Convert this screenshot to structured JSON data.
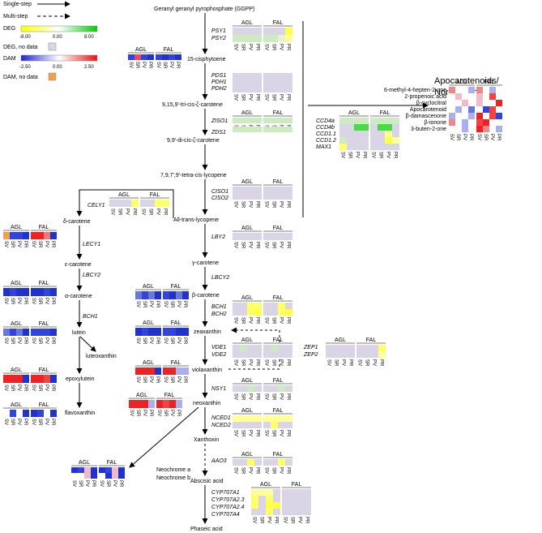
{
  "legend": {
    "single_step": "Single-step",
    "multi_step": "Multi-step",
    "deg": "DEG",
    "deg_min": "-8.00",
    "deg_mid": "0.00",
    "deg_max": "8.00",
    "deg_nodata": "DEG, no data",
    "dam": "DAM",
    "dam_min": "-2.50",
    "dam_mid": "0.00",
    "dam_max": "2.50",
    "dam_nodata": "DAM, no data",
    "deg_colors": [
      "#ffff00",
      "#ffffff",
      "#00cc00"
    ],
    "dam_colors": [
      "#2222dd",
      "#ffffff",
      "#ee1111"
    ],
    "nodata_gene": "#d9d4e6",
    "nodata_met": "#f0a050"
  },
  "groups": [
    "AGL",
    "FAL"
  ],
  "samples": [
    "SV",
    "SR",
    "PV",
    "PR"
  ],
  "metabolites": {
    "ggpp": "Geranyl geranyl pyrophosphate (GGPP)",
    "phytoene": "15-cisphytoene",
    "tri_cis": "9,15,9'-tri-cis-ζ-carotene",
    "di_cis": "9,9'-di-cis-ζ-carotene",
    "tetra_cis": "7,9,7',9'-tetra-cis-lycopene",
    "lycopene": "All-trans-lycopene",
    "delta": "δ-carotene",
    "epsilon": "ε-carotene",
    "alpha": "α-carotene",
    "lutein": "lutein",
    "luteoxanthin": "luteoxanthin",
    "epoxylutein": "epoxylutein",
    "flavoxanthin": "flavoxanthin",
    "gamma": "γ-carotene",
    "beta": "β-carotene",
    "zeaxanthin": "zeaxanthin",
    "violaxanthin": "violaxanthin",
    "neoxanthin": "neoxanthin",
    "xanthoxin": "Xanthoxin",
    "abscisic": "Abscisic acid",
    "phaseic": "Phaseic acid",
    "neochrome_a": "Neochrome a",
    "neochrome_b": "Neochrome b"
  },
  "genes": {
    "psy": [
      "PSY1",
      "PSY2"
    ],
    "pds": [
      "PDS1",
      "PDH1",
      "PDH2"
    ],
    "ziso": [
      "ZISO1"
    ],
    "zds": [
      "ZDS1"
    ],
    "criso": [
      "CISO1",
      "CISO2"
    ],
    "cely": [
      "CELY1"
    ],
    "lecy": [
      "LECY1"
    ],
    "lbcy2a": [
      "LBCY2"
    ],
    "bch1a": [
      "BCH1"
    ],
    "lby": [
      "LBY2"
    ],
    "lbcy2b": [
      "LBCY2"
    ],
    "bch": [
      "BCH1",
      "BCH2"
    ],
    "vde": [
      "VDE1",
      "VDE2"
    ],
    "zep": [
      "ZEP1",
      "ZEP2"
    ],
    "nsy": [
      "NSY1"
    ],
    "nced": [
      "NCED1",
      "NCED2"
    ],
    "aao": [
      "AAO3"
    ],
    "cyp": [
      "CYP707A1",
      "CYP707A2.3",
      "CYP707A2.4",
      "CYP707A4"
    ],
    "ccd": [
      "CCD4a",
      "CCD4b",
      "CCD1.1",
      "CCD1.2",
      "MAX1"
    ]
  },
  "apocarotenoids": {
    "title_line1": "Apocarotenoids/",
    "title_line2": "Norisoprenoids",
    "compounds": [
      "6-methyl-4-hepten-2-one",
      "2-propenoic acid",
      "β-cyclocitral",
      "Apocarotenoid",
      "β-damascenone",
      "β-ionone",
      "3-buten-2-one"
    ]
  },
  "heatmaps": {
    "psy": [
      [
        "#d9d4e6",
        "#d9d4e6",
        "#d9d4e6",
        "#d9d4e6",
        "#d9d4e6",
        "#d9d4e6",
        "#d9d4e6",
        "#ffff44"
      ],
      [
        "#ccebc0",
        "#ccebc0",
        "#ccebc0",
        "#ccebc0",
        "#ccebc0",
        "#ccebc0",
        "#e6f2d0",
        "#ffff99"
      ]
    ],
    "phytoene": [
      [
        "#3344dd",
        "#ee4466",
        "#3344dd",
        "#2233cc",
        "#3344dd",
        "#2233cc",
        "#3344dd",
        "#2233cc"
      ]
    ],
    "pds": [
      [
        "#d9d4e6",
        "#d9d4e6",
        "#d9d4e6",
        "#d9d4e6",
        "#d9d4e6",
        "#d9d4e6",
        "#d9d4e6",
        "#d9d4e6"
      ],
      [
        "#d9d4e6",
        "#d9d4e6",
        "#d9d4e6",
        "#d9d4e6",
        "#d9d4e6",
        "#d9d4e6",
        "#d9d4e6",
        "#d9d4e6"
      ],
      [
        "#d9d4e6",
        "#d9d4e6",
        "#d9d4e6",
        "#d9d4e6",
        "#d9d4e6",
        "#d9d4e6",
        "#d9d4e6",
        "#d9d4e6"
      ]
    ],
    "ziso": [
      [
        "#ccebc0",
        "#ccebc0",
        "#ccebc0",
        "#ccebc0",
        "#ccebc0",
        "#ccebc0",
        "#ccebc0",
        "#ccebc0"
      ]
    ],
    "zds": [
      [
        "#ccebc0",
        "#ccebc0",
        "#ccebc0",
        "#ccebc0",
        "#ccebc0",
        "#ccebc0",
        "#ccebc0",
        "#ccebc0"
      ]
    ],
    "criso": [
      [
        "#d9d4e6",
        "#d9d4e6",
        "#d9d4e6",
        "#d9d4e6",
        "#d9d4e6",
        "#d9d4e6",
        "#d9d4e6",
        "#d9d4e6"
      ],
      [
        "#d9d4e6",
        "#d9d4e6",
        "#d9d4e6",
        "#d9d4e6",
        "#d9d4e6",
        "#d9d4e6",
        "#d9d4e6",
        "#d9d4e6"
      ]
    ],
    "cely": [
      [
        "#d9d4e6",
        "#d9d4e6",
        "#d9d4e6",
        "#ffff66",
        "#d9d4e6",
        "#d9d4e6",
        "#ffff66",
        "#ffff66"
      ]
    ],
    "delta": [
      [
        "#f0a050",
        "#3344dd",
        "#3344dd",
        "#2233cc",
        "#ee2222",
        "#ee2222",
        "#ee7777",
        "#2233cc"
      ]
    ],
    "lby": [
      [
        "#d9d4e6",
        "#d9d4e6",
        "#d9d4e6",
        "#d9d4e6",
        "#d9d4e6",
        "#d9d4e6",
        "#d9d4e6",
        "#d9d4e6"
      ]
    ],
    "alpha": [
      [
        "#2233cc",
        "#3344dd",
        "#2233cc",
        "#2233cc",
        "#2233cc",
        "#2233cc",
        "#3344dd",
        "#2233cc"
      ]
    ],
    "beta": [
      [
        "#6677dd",
        "#3344dd",
        "#6677dd",
        "#2233cc",
        "#3344dd",
        "#2233cc",
        "#6677dd",
        "#2233cc"
      ]
    ],
    "lutein": [
      [
        "#6677dd",
        "#3344dd",
        "#6677dd",
        "#2233cc",
        "#3344dd",
        "#3344dd",
        "#3344dd",
        "#2233cc"
      ]
    ],
    "bch": [
      [
        "#d9d4e6",
        "#d9d4e6",
        "#ffff66",
        "#ffff66",
        "#d9d4e6",
        "#d9d4e6",
        "#ffff66",
        "#d9d4e6"
      ],
      [
        "#d9d4e6",
        "#d9d4e6",
        "#ffff66",
        "#ffff44",
        "#d9d4e6",
        "#d9d4e6",
        "#ffff66",
        "#ffff44"
      ]
    ],
    "zeaxanthin": [
      [
        "#2233cc",
        "#3344dd",
        "#2233cc",
        "#2233cc",
        "#3344dd",
        "#3344dd",
        "#2233cc",
        "#2233cc"
      ]
    ],
    "vde": [
      [
        "#d9d4e6",
        "#ccebc0",
        "#d9d4e6",
        "#d9d4e6",
        "#d9d4e6",
        "#ccebc0",
        "#d9d4e6",
        "#d9d4e6"
      ],
      [
        "#d9d4e6",
        "#d9d4e6",
        "#d9d4e6",
        "#d9d4e6",
        "#d9d4e6",
        "#d9d4e6",
        "#d9d4e6",
        "#d9d4e6"
      ]
    ],
    "zep": [
      [
        "#d9d4e6",
        "#d9d4e6",
        "#d9d4e6",
        "#d9d4e6",
        "#d9d4e6",
        "#d9d4e6",
        "#d9d4e6",
        "#ffff66"
      ],
      [
        "#d9d4e6",
        "#d9d4e6",
        "#d9d4e6",
        "#d9d4e6",
        "#d9d4e6",
        "#d9d4e6",
        "#d9d4e6",
        "#ffff99"
      ]
    ],
    "epoxylutein": [
      [
        "#ee2222",
        "#ee2222",
        "#ee2222",
        "#2233cc",
        "#ee2222",
        "#ee2222",
        "#ee4444",
        "#2233cc"
      ]
    ],
    "violaxanthin": [
      [
        "#ee2222",
        "#ee2222",
        "#ee2222",
        "#2233cc",
        "#ee2222",
        "#ee2222",
        "#aab0ee",
        "#aab0ee"
      ]
    ],
    "flavoxanthin": [
      [
        "#ffffff",
        "#3344dd",
        "#ffffff",
        "#2233cc",
        "#2233cc",
        "#3344dd",
        "#ffffff",
        "#2233cc"
      ]
    ],
    "nsy": [
      [
        "#d9d4e6",
        "#d9d4e6",
        "#ccebc0",
        "#d9d4e6",
        "#d9d4e6",
        "#d9d4e6",
        "#ccebc0",
        "#d9d4e6"
      ]
    ],
    "neoxanthin": [
      [
        "#ee2222",
        "#ee2222",
        "#ee2222",
        "#aab0ee",
        "#ee2222",
        "#ee4444",
        "#ee2222",
        "#aab0ee"
      ]
    ],
    "nced": [
      [
        "#ffff99",
        "#ffff99",
        "#ffff99",
        "#ffff99",
        "#ffff99",
        "#ffff99",
        "#ffff99",
        "#ffff99"
      ],
      [
        "#d9d4e6",
        "#d9d4e6",
        "#d9d4e6",
        "#d9d4e6",
        "#d9d4e6",
        "#ffff66",
        "#d9d4e6",
        "#d9d4e6"
      ]
    ],
    "neochrome_a": [
      [
        "#2233cc",
        "#3344dd",
        "#eebbcc",
        "#2233cc",
        "#2233cc",
        "#3344dd",
        "#eebbcc",
        "#2233cc"
      ]
    ],
    "neochrome_b": [
      [
        "#ffffff",
        "#ffffff",
        "#eebbcc",
        "#2233cc",
        "#ffffff",
        "#2233cc",
        "#eebbcc",
        "#2233cc"
      ]
    ],
    "aao": [
      [
        "#d9d4e6",
        "#d9d4e6",
        "#ffff66",
        "#d9d4e6",
        "#d9d4e6",
        "#d9d4e6",
        "#ffff66",
        "#d9d4e6"
      ]
    ],
    "cyp": [
      [
        "#ffff99",
        "#ffff99",
        "#ffff99",
        "#d9d4e6",
        "#d9d4e6",
        "#d9d4e6",
        "#d9d4e6",
        "#d9d4e6"
      ],
      [
        "#ffff66",
        "#d9d4e6",
        "#ffff66",
        "#d9d4e6",
        "#d9d4e6",
        "#d9d4e6",
        "#d9d4e6",
        "#d9d4e6"
      ],
      [
        "#ffff66",
        "#d9d4e6",
        "#ffff44",
        "#ffff44",
        "#d9d4e6",
        "#d9d4e6",
        "#d9d4e6",
        "#d9d4e6"
      ],
      [
        "#d9d4e6",
        "#d9d4e6",
        "#ffff66",
        "#d9d4e6",
        "#d9d4e6",
        "#d9d4e6",
        "#d9d4e6",
        "#d9d4e6"
      ]
    ],
    "ccd": [
      [
        "#ccebc0",
        "#ccebc0",
        "#ccebc0",
        "#ccebc0",
        "#ccebc0",
        "#ccebc0",
        "#ccebc0",
        "#ccebc0"
      ],
      [
        "#d9d4e6",
        "#d9d4e6",
        "#44dd44",
        "#44dd44",
        "#d9d4e6",
        "#44dd44",
        "#44dd44",
        "#d9d4e6"
      ],
      [
        "#d9d4e6",
        "#d9d4e6",
        "#d9d4e6",
        "#d9d4e6",
        "#d9d4e6",
        "#d9d4e6",
        "#ffff99",
        "#d9d4e6"
      ],
      [
        "#ccebc0",
        "#d9d4e6",
        "#d9d4e6",
        "#d9d4e6",
        "#d9d4e6",
        "#d9d4e6",
        "#ffff44",
        "#ffff99"
      ],
      [
        "#ffff66",
        "#d9d4e6",
        "#d9d4e6",
        "#d9d4e6",
        "#d9d4e6",
        "#d9d4e6",
        "#d9d4e6",
        "#d9d4e6"
      ]
    ],
    "apo": [
      [
        "#ee8888",
        "#ffffff",
        "#ffffff",
        "#aab0ee",
        "#ee8888",
        "#ffffff",
        "#aab0ee",
        "#ffffff"
      ],
      [
        "#ffffff",
        "#eebbcc",
        "#ffffff",
        "#ffffff",
        "#eebbcc",
        "#ffffff",
        "#ee4444",
        "#ffffff"
      ],
      [
        "#ffffff",
        "#ffffff",
        "#eebbcc",
        "#ffffff",
        "#eebbcc",
        "#ffffff",
        "#ffffff",
        "#ee2222"
      ],
      [
        "#ffffff",
        "#aab0ee",
        "#ffffff",
        "#6677dd",
        "#ffffff",
        "#3344dd",
        "#ee4444",
        "#ffffff"
      ],
      [
        "#aab0ee",
        "#ffffff",
        "#ffffff",
        "#aab0ee",
        "#ee2222",
        "#ffffff",
        "#ee4444",
        "#3344dd"
      ],
      [
        "#ee8888",
        "#ffffff",
        "#aab0ee",
        "#ffffff",
        "#ee4444",
        "#ee2222",
        "#ffffff",
        "#ffffff"
      ],
      [
        "#ffffff",
        "#ffffff",
        "#aab0ee",
        "#ffffff",
        "#ee2222",
        "#ee8888",
        "#ffffff",
        "#aab0ee"
      ]
    ]
  }
}
